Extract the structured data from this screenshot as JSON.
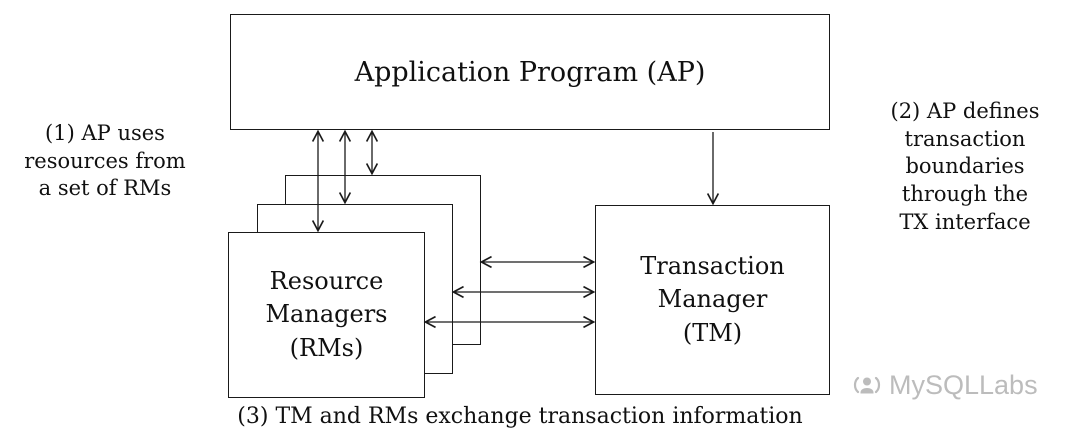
{
  "diagram": {
    "ap_label": "Application Program (AP)",
    "rm_label": "Resource\nManagers\n(RMs)",
    "tm_label": "Transaction\nManager\n(TM)",
    "note_left": "(1) AP uses\nresources from\na set of RMs",
    "note_right": "(2) AP defines\ntransaction\nboundaries\nthrough the\nTX interface",
    "caption": "(3) TM and RMs exchange transaction information"
  },
  "watermark": {
    "icon": "megaphone-icon",
    "label": "MySQLLabs"
  },
  "colors": {
    "line": "#1a1a1a",
    "text": "#101010",
    "watermark": "#bcbcbc",
    "background": "#ffffff"
  }
}
